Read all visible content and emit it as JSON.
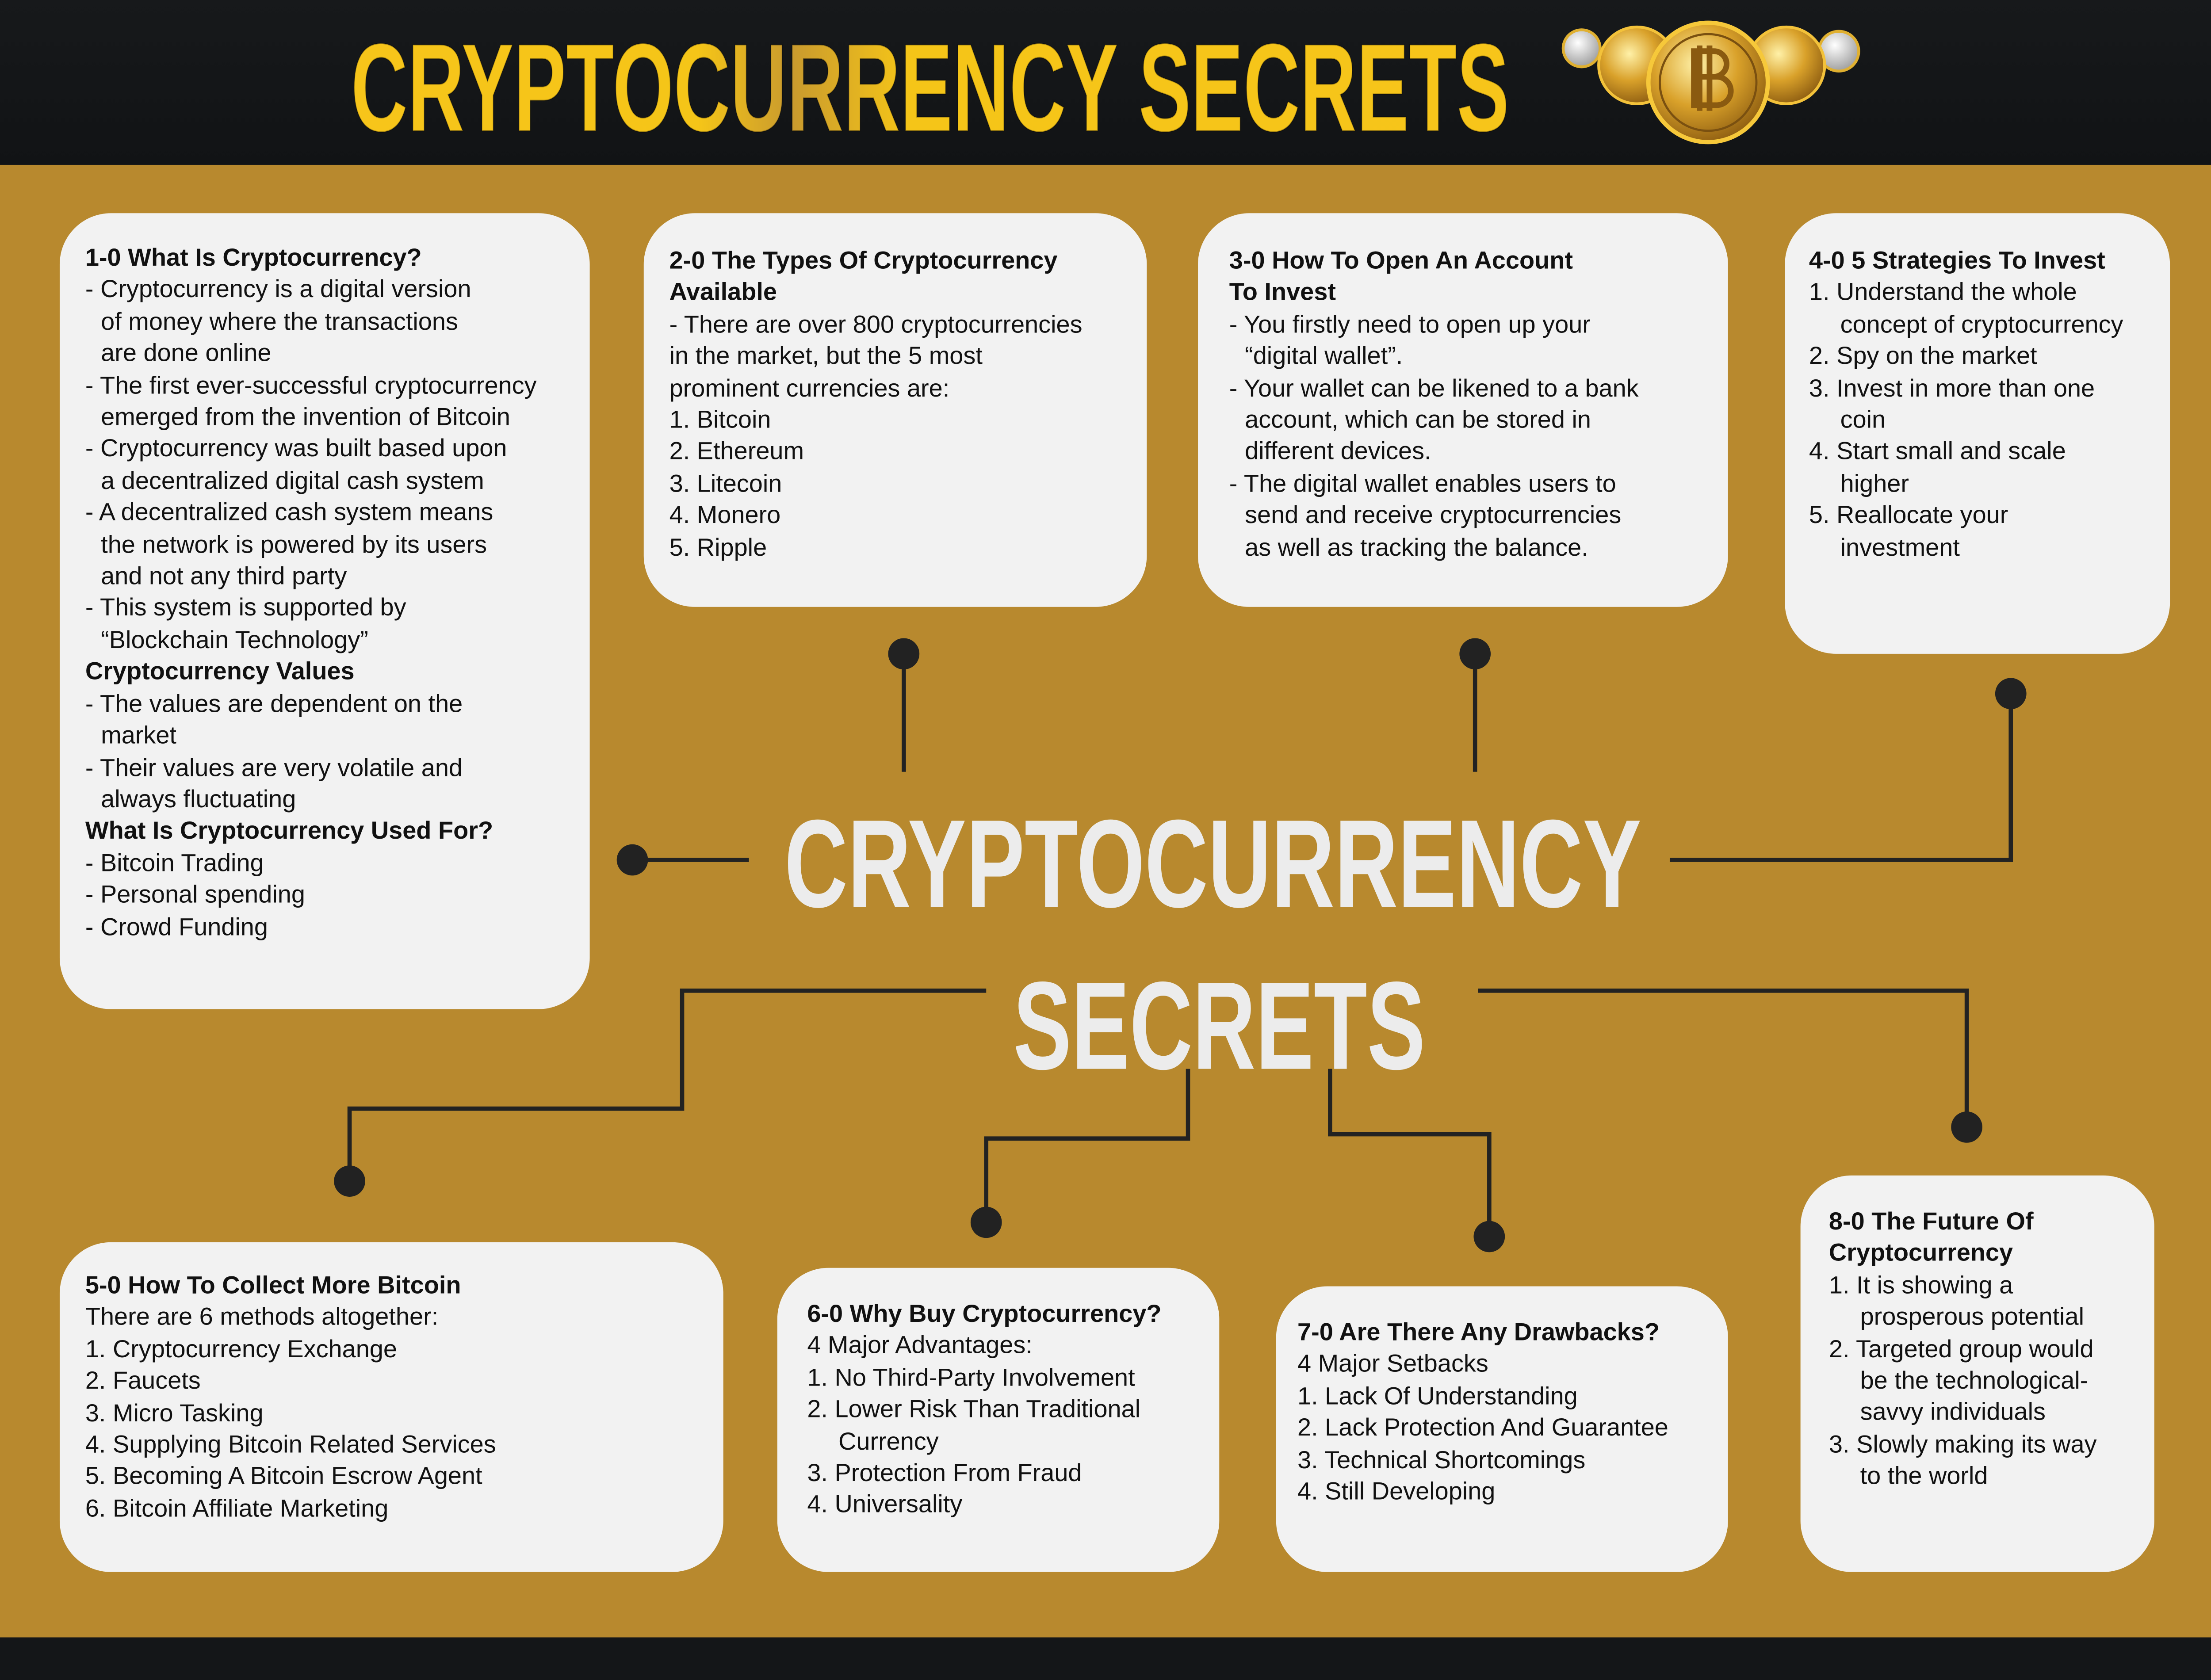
{
  "header": {
    "title": "CRYPTOCURRENCY SECRETS",
    "title_color": "#f5c518"
  },
  "center": {
    "line1": "CRYPTOCURRENCY",
    "line2": "SECRETS",
    "color": "#ececec"
  },
  "colors": {
    "background": "#b8892e",
    "card": "#f2f2f2",
    "connector": "#222222"
  },
  "cards": [
    {
      "lines": [
        {
          "t": "1-0 What Is Cryptocurrency?",
          "b": true
        },
        {
          "t": "- Cryptocurrency is a digital version"
        },
        {
          "t": "of money where the transactions",
          "i": 1
        },
        {
          "t": "are done online",
          "i": 1
        },
        {
          "t": "- The first ever-successful cryptocurrency"
        },
        {
          "t": "emerged from the invention of Bitcoin",
          "i": 1
        },
        {
          "t": "- Cryptocurrency was built based upon"
        },
        {
          "t": "a decentralized digital cash system",
          "i": 1
        },
        {
          "t": "- A decentralized cash system means"
        },
        {
          "t": "the network is powered by its users",
          "i": 1
        },
        {
          "t": "and not any third party",
          "i": 1
        },
        {
          "t": "- This system is supported by"
        },
        {
          "t": "“Blockchain Technology”",
          "i": 1
        },
        {
          "t": "Cryptocurrency Values",
          "b": true
        },
        {
          "t": "- The values are dependent on the"
        },
        {
          "t": "market",
          "i": 1
        },
        {
          "t": "- Their values are very volatile and"
        },
        {
          "t": "always fluctuating",
          "i": 1
        },
        {
          "t": "What Is Cryptocurrency Used For?",
          "b": true
        },
        {
          "t": "- Bitcoin Trading"
        },
        {
          "t": "- Personal spending"
        },
        {
          "t": "- Crowd Funding"
        }
      ]
    },
    {
      "lines": [
        {
          "t": "2-0 The Types Of Cryptocurrency",
          "b": true
        },
        {
          "t": "Available",
          "b": true
        },
        {
          "t": "- There are over 800 cryptocurrencies"
        },
        {
          "t": "in the market, but the 5 most"
        },
        {
          "t": "prominent currencies are:"
        },
        {
          "t": "1. Bitcoin"
        },
        {
          "t": "2. Ethereum"
        },
        {
          "t": "3. Litecoin"
        },
        {
          "t": "4. Monero"
        },
        {
          "t": "5. Ripple"
        }
      ]
    },
    {
      "lines": [
        {
          "t": "3-0 How To Open An Account",
          "b": true
        },
        {
          "t": "To Invest",
          "b": true
        },
        {
          "t": "- You firstly need to open up your"
        },
        {
          "t": "“digital wallet”.",
          "i": 1
        },
        {
          "t": "- Your wallet can be likened to a bank"
        },
        {
          "t": "account, which can be stored in",
          "i": 1
        },
        {
          "t": "different devices.",
          "i": 1
        },
        {
          "t": "- The digital wallet enables users to"
        },
        {
          "t": "send and receive cryptocurrencies",
          "i": 1
        },
        {
          "t": "as well as tracking the balance.",
          "i": 1
        }
      ]
    },
    {
      "lines": [
        {
          "t": "4-0 5 Strategies To Invest",
          "b": true
        },
        {
          "t": "1. Understand the whole"
        },
        {
          "t": "concept of cryptocurrency",
          "i": 2
        },
        {
          "t": "2. Spy on the market"
        },
        {
          "t": "3. Invest in more than one"
        },
        {
          "t": "coin",
          "i": 2
        },
        {
          "t": "4. Start small and scale"
        },
        {
          "t": "higher",
          "i": 2
        },
        {
          "t": "5. Reallocate your"
        },
        {
          "t": "investment",
          "i": 2
        }
      ]
    },
    {
      "lines": [
        {
          "t": "5-0 How To Collect More Bitcoin",
          "b": true
        },
        {
          "t": "There are 6 methods altogether:"
        },
        {
          "t": "1.  Cryptocurrency Exchange"
        },
        {
          "t": "2.  Faucets"
        },
        {
          "t": "3.  Micro Tasking"
        },
        {
          "t": "4.  Supplying Bitcoin Related Services"
        },
        {
          "t": "5.  Becoming A Bitcoin Escrow Agent"
        },
        {
          "t": "6.  Bitcoin Affiliate Marketing"
        }
      ]
    },
    {
      "lines": [
        {
          "t": "6-0 Why Buy Cryptocurrency?",
          "b": true
        },
        {
          "t": "4 Major Advantages:"
        },
        {
          "t": "1.  No Third-Party Involvement"
        },
        {
          "t": "2.  Lower Risk Than Traditional"
        },
        {
          "t": "Currency",
          "i": 2
        },
        {
          "t": "3.  Protection From Fraud"
        },
        {
          "t": "4.  Universality"
        }
      ]
    },
    {
      "lines": [
        {
          "t": "7-0 Are There Any Drawbacks?",
          "b": true
        },
        {
          "t": "4 Major Setbacks"
        },
        {
          "t": "1.  Lack Of Understanding"
        },
        {
          "t": "2.  Lack Protection And Guarantee"
        },
        {
          "t": "3.  Technical Shortcomings"
        },
        {
          "t": "4.  Still Developing"
        }
      ]
    },
    {
      "lines": [
        {
          "t": "8-0 The Future Of",
          "b": true
        },
        {
          "t": "Cryptocurrency",
          "b": true
        },
        {
          "t": "1.  It is showing a"
        },
        {
          "t": "prosperous potential",
          "i": 2
        },
        {
          "t": "2.  Targeted group would"
        },
        {
          "t": "be the technological-",
          "i": 2
        },
        {
          "t": "savvy individuals",
          "i": 2
        },
        {
          "t": "3.  Slowly making its way"
        },
        {
          "t": "to the world",
          "i": 2
        }
      ]
    }
  ]
}
